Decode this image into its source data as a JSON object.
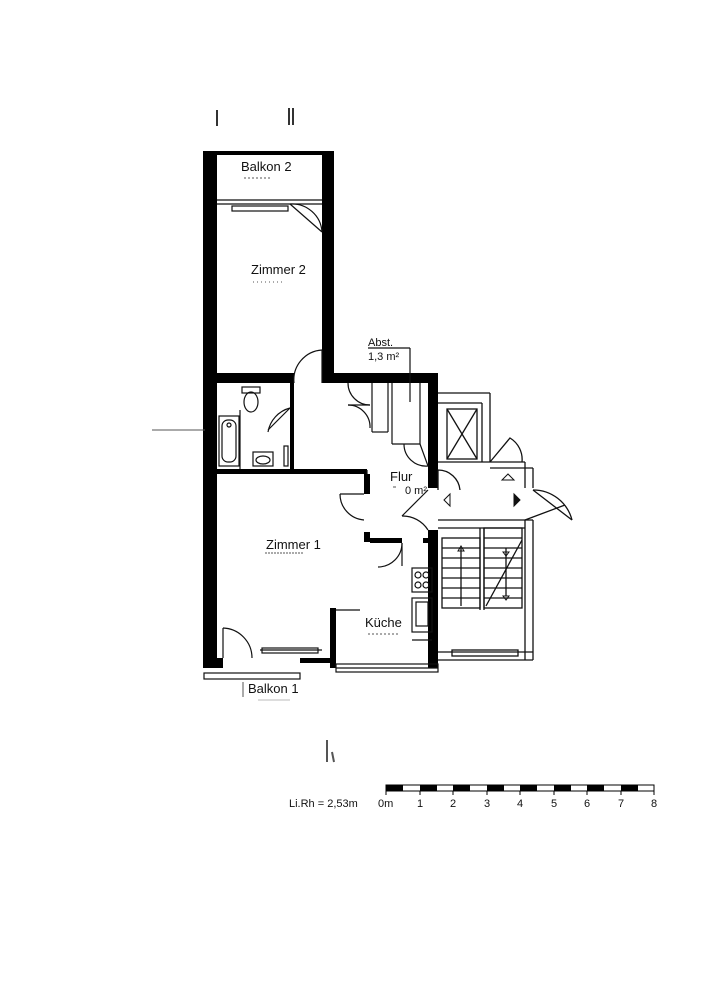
{
  "rooms": {
    "balkon2": "Balkon 2",
    "zimmer2": "Zimmer 2",
    "abst": "Abst.",
    "abst_area": "1,3 m²",
    "flur": "Flur",
    "flur_area": "0 m²",
    "zimmer1": "Zimmer 1",
    "kueche": "Küche",
    "balkon1": "Balkon 1"
  },
  "legend": {
    "ceiling_height": "Li.Rh = 2,53m"
  },
  "scale": {
    "labels": [
      "0m",
      "1",
      "2",
      "3",
      "4",
      "5",
      "6",
      "7",
      "8"
    ]
  }
}
